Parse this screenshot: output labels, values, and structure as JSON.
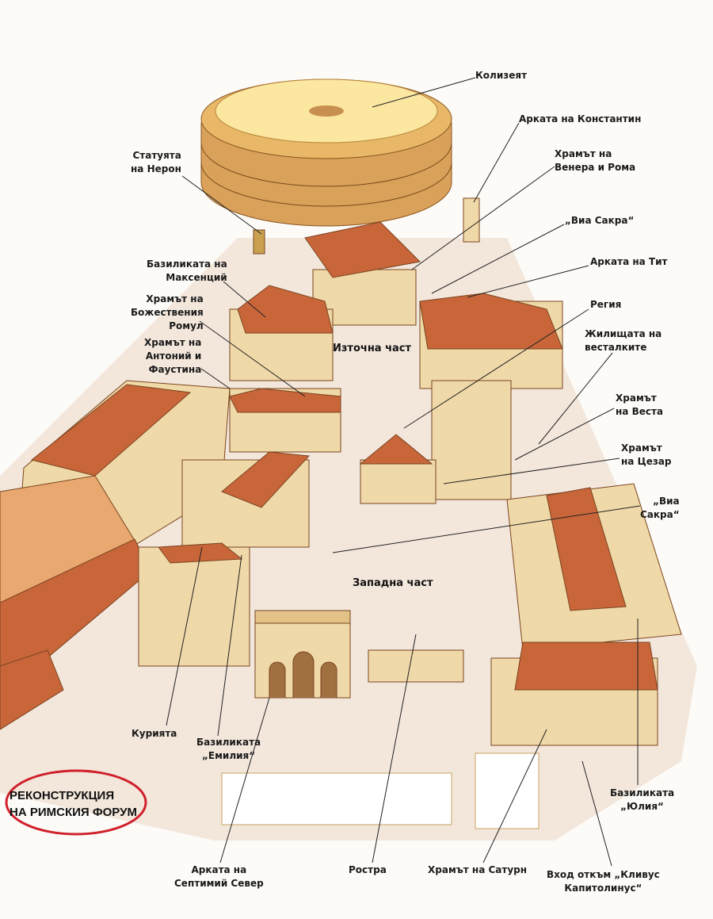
{
  "title": [
    "РЕКОНСТРУКЦИЯ",
    "НА РИМСКИЯ ФОРУМ"
  ],
  "zones": {
    "east": "Източна част",
    "west": "Западна част"
  },
  "labels": {
    "colosseum": [
      "Колизеят"
    ],
    "arch_constantine": [
      "Арката на Константин"
    ],
    "temple_venus_roma": [
      "Храмът на",
      "Венера и Рома"
    ],
    "via_sacra_1": [
      "„Виа Сакра“"
    ],
    "arch_titus": [
      "Арката на Тит"
    ],
    "regia": [
      "Регия"
    ],
    "house_vestals": [
      "Жилищата на",
      "весталките"
    ],
    "temple_vesta": [
      "Храмът",
      "на Веста"
    ],
    "temple_caesar": [
      "Храмът",
      "на Цезар"
    ],
    "via_sacra_2": [
      "„Виа",
      "Сакра“"
    ],
    "statue_nero": [
      "Статуята",
      "на Нерон"
    ],
    "basilica_maxentius": [
      "Базиликата на",
      "Максенций"
    ],
    "temple_romulus": [
      "Храмът на",
      "Божествения",
      "Ромул"
    ],
    "temple_antoninus": [
      "Храмът на",
      "Антоний и",
      "Фаустина"
    ],
    "curia": [
      "Курията"
    ],
    "basilica_aemilia": [
      "Базиликата",
      "„Емилия“"
    ],
    "arch_severus": [
      "Арката на",
      "Септимий Север"
    ],
    "rostra": [
      "Ростра"
    ],
    "temple_saturn": [
      "Храмът на Сатурн"
    ],
    "clivus": [
      "Вход откъм „Кливус",
      "Капитолинус“"
    ],
    "basilica_julia": [
      "Базиликата",
      "„Юлия“"
    ]
  },
  "colors": {
    "roof": "#c8663a",
    "wall": "#f0d9a8",
    "ground": "#f3e7dc",
    "highlight": "#d0212b"
  }
}
